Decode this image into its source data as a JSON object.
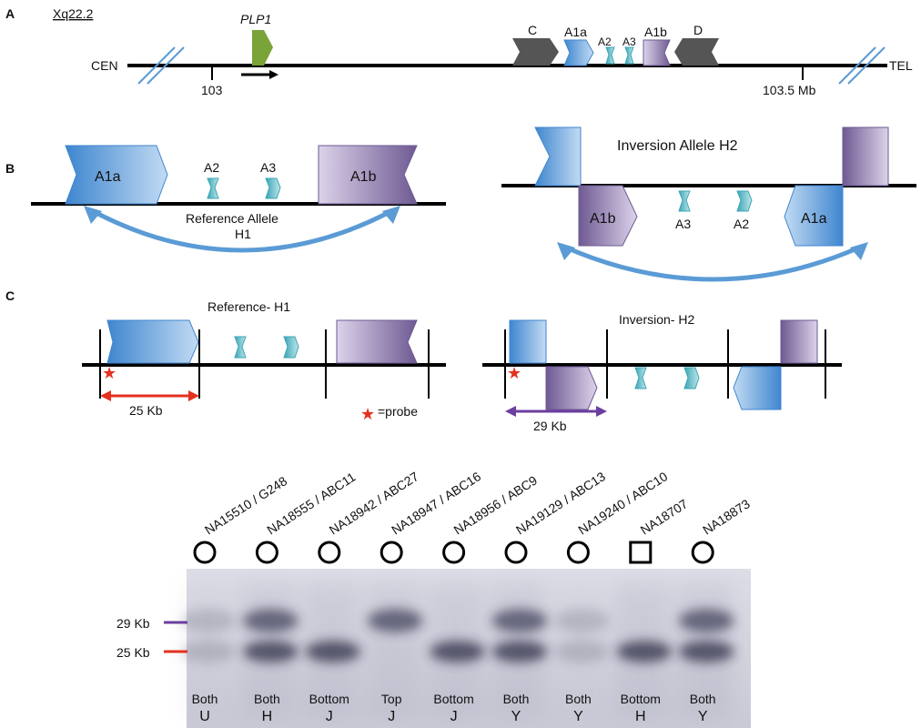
{
  "panel_labels": {
    "a": "A",
    "b": "B",
    "c": "C"
  },
  "panel_a": {
    "locus": "Xq22.2",
    "cen": "CEN",
    "tel": "TEL",
    "gene": "PLP1",
    "tick_left": "103",
    "tick_right": "103.5 Mb",
    "repeats": [
      "C",
      "A1a",
      "A2",
      "A3",
      "A1b",
      "D"
    ]
  },
  "panel_b": {
    "ref_a1a": "A1a",
    "ref_a2": "A2",
    "ref_a3": "A3",
    "ref_a1b": "A1b",
    "ref_caption_1": "Reference Allele",
    "ref_caption_2": "H1",
    "inv_title": "Inversion Allele H2",
    "inv_a1b": "A1b",
    "inv_a3": "A3",
    "inv_a2": "A2",
    "inv_a1a": "A1a"
  },
  "panel_c": {
    "ref_title": "Reference- H1",
    "inv_title": "Inversion- H2",
    "ref_size": "25 Kb",
    "inv_size": "29 Kb",
    "probe_legend": "=probe"
  },
  "gel": {
    "marker_top": "29 Kb",
    "marker_bottom": "25 Kb",
    "lanes": [
      {
        "sample": "NA15510 / G248",
        "symbol": "circle",
        "band": "Both",
        "group": "U"
      },
      {
        "sample": "NA18555 / ABC11",
        "symbol": "circle",
        "band": "Both",
        "group": "H"
      },
      {
        "sample": "NA18942 / ABC27",
        "symbol": "circle",
        "band": "Bottom",
        "group": "J"
      },
      {
        "sample": "NA18947 / ABC16",
        "symbol": "circle",
        "band": "Top",
        "group": "J"
      },
      {
        "sample": "NA18956 / ABC9",
        "symbol": "circle",
        "band": "Bottom",
        "group": "J"
      },
      {
        "sample": "NA19129 / ABC13",
        "symbol": "circle",
        "band": "Both",
        "group": "Y"
      },
      {
        "sample": "NA19240 / ABC10",
        "symbol": "circle",
        "band": "Both",
        "group": "Y"
      },
      {
        "sample": "NA18707",
        "symbol": "square",
        "band": "Bottom",
        "group": "H"
      },
      {
        "sample": "NA18873",
        "symbol": "circle",
        "band": "Both",
        "group": "Y"
      }
    ]
  },
  "colors": {
    "blue": "#5b9bd5",
    "blue_light": "#bcd7f1",
    "purple": "#7e6aa0",
    "purple_light": "#cfc3e0",
    "teal": "#4fb6c4",
    "green": "#7aa33a",
    "dark": "#555555",
    "red": "#e5301f",
    "violet": "#6b3fa0"
  }
}
